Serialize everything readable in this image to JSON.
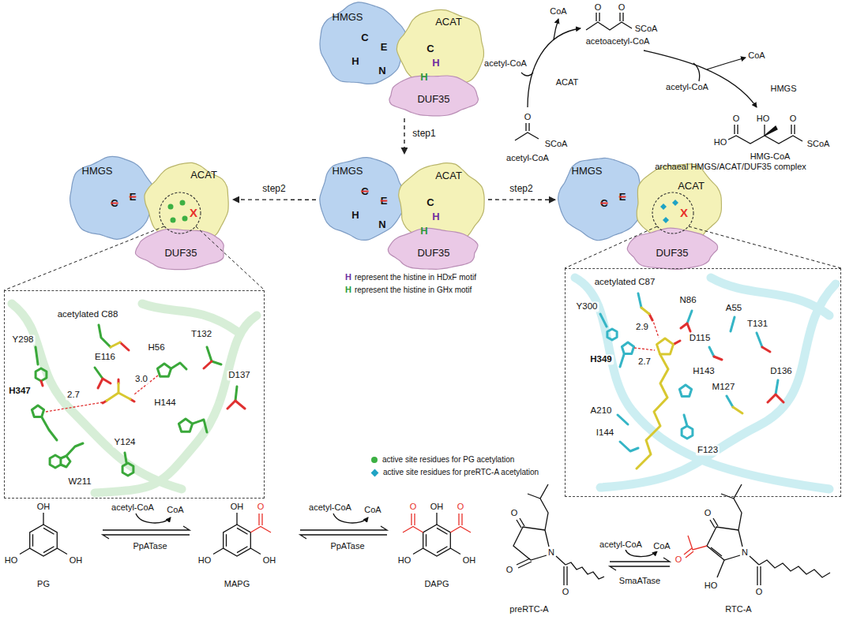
{
  "diagram": {
    "nodes": [
      {
        "text": [
          "HMGS",
          "C",
          "E",
          "H",
          "N"
        ]
      },
      {
        "text": [
          "ACAT",
          "C",
          "H",
          "H"
        ]
      },
      {
        "text": [
          "DUF35"
        ]
      },
      {
        "text": [
          "HMGS",
          "C",
          "E"
        ]
      },
      {
        "text": [
          "ACAT",
          "X"
        ]
      },
      {
        "text": [
          "DUF35"
        ]
      },
      {
        "text": [
          "HMGS",
          "C",
          "E",
          "H",
          "N"
        ]
      },
      {
        "text": [
          "ACAT",
          "C",
          "H",
          "H"
        ]
      },
      {
        "text": [
          "DUF35"
        ]
      },
      {
        "text": [
          "HMGS",
          "C",
          "E"
        ]
      },
      {
        "text": [
          "ACAT",
          "X"
        ]
      },
      {
        "text": [
          "DUF35"
        ]
      },
      {
        "text": [
          "acetylated C88",
          "Y298",
          "H56",
          "T132",
          "E116",
          "3.0",
          "D137",
          "H347",
          "2.7",
          "H144",
          "Y124",
          "W211"
        ]
      },
      {
        "text": [
          "acetylated C87",
          "N86",
          "Y300",
          "A55",
          "T131",
          "2.9",
          "D115",
          "H349",
          "2.7",
          "H143",
          "D136",
          "M127",
          "A210",
          "I144",
          "F123"
        ]
      }
    ],
    "edges": [
      {
        "from": 2,
        "to": 6,
        "arrow": "to",
        "label": "step1"
      },
      {
        "from": 6,
        "to": 4,
        "arrow": "to",
        "label": "step2"
      },
      {
        "from": 7,
        "to": 9,
        "arrow": "to",
        "label": "step2"
      },
      {
        "from": 4,
        "to": 12,
        "arrow": "none"
      },
      {
        "from": 4,
        "to": 12,
        "arrow": "none"
      },
      {
        "from": 10,
        "to": 13,
        "arrow": "none"
      },
      {
        "from": 10,
        "to": 13,
        "arrow": "none"
      }
    ],
    "labels": [
      "O",
      "CoA",
      "O",
      "SCoA",
      "acetoacetyl-CoA",
      "CoA",
      "acetyl-CoA",
      "ACAT",
      "acetyl-CoA",
      "HMGS",
      "O",
      "O",
      "HO",
      "O",
      "HO",
      "SCoA",
      "SCoA",
      "acetyl-CoA",
      "HMG-CoA",
      "archaeal HMGS/ACAT/DUF35 complex",
      "H",
      "H",
      "OH",
      "acetyl-CoA",
      "CoA",
      "OH",
      "O",
      "acetyl-CoA",
      "CoA",
      "O",
      "OH",
      "O",
      "O",
      "O",
      "acetyl-CoA",
      "CoA",
      "PpATase",
      "PpATase",
      "N",
      "N",
      "HO",
      "OH",
      "HO",
      "OH",
      "HO",
      "OH",
      "O",
      "O",
      "SmaATase",
      "HO",
      "PG",
      "MAPG",
      "DAPG",
      "O",
      "O",
      "preRTC-A",
      "RTC-A"
    ],
    "legend": [
      {
        "text": "represent the histine in HDxF motif",
        "color": "#7030a0"
      },
      {
        "text": "represent the histine in GHx motif",
        "color": "#2e9a3a"
      },
      {
        "text": "active site residues for PG acetylation",
        "color": "#3cb043"
      },
      {
        "text": "active site residues for preRTC-A acetylation",
        "color": "#1fa3c4"
      }
    ]
  }
}
